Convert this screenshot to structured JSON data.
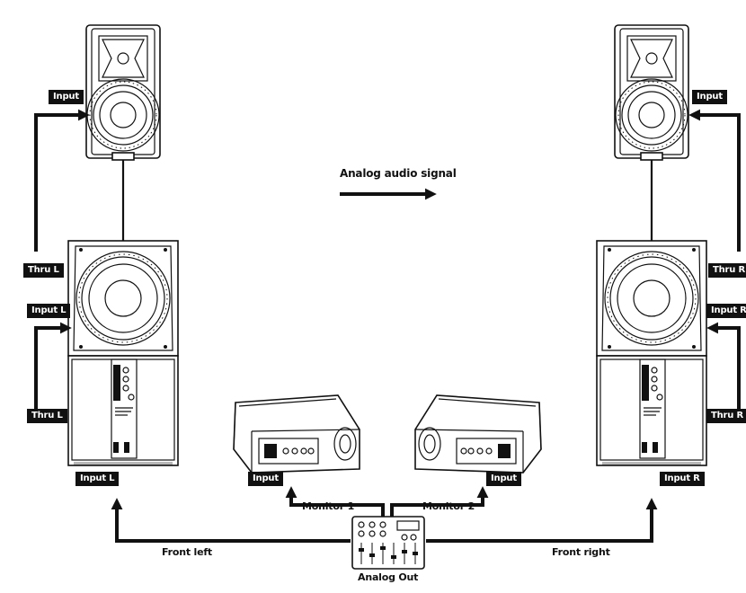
{
  "legend": {
    "signal": "Analog audio signal"
  },
  "left": {
    "top_input": "Input",
    "thru_upper": "Thru L",
    "input_mid": "Input L",
    "thru_lower": "Thru L",
    "input_bottom": "Input L",
    "front": "Front left"
  },
  "right": {
    "top_input": "Input",
    "thru_upper": "Thru R",
    "input_mid": "Input R",
    "thru_lower": "Thru R",
    "input_bottom": "Input R",
    "front": "Front right"
  },
  "monitors": {
    "m1_input": "Input",
    "m2_input": "Input",
    "m1_label": "Monitor 1",
    "m2_label": "Monitor 2"
  },
  "mixer": {
    "out_label": "Analog Out"
  }
}
